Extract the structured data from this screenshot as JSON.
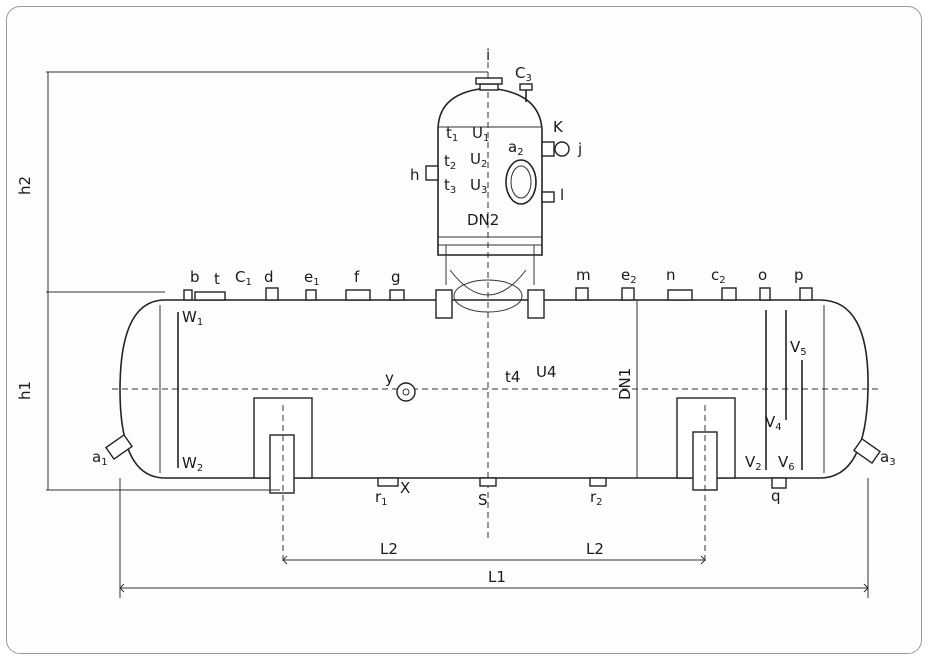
{
  "labels": {
    "b": "b",
    "t": "t",
    "c1": "C",
    "c1_sub": "1",
    "d": "d",
    "e1": "e",
    "e1_sub": "1",
    "f": "f",
    "g": "g",
    "m": "m",
    "e2": "e",
    "e2_sub": "2",
    "n": "n",
    "c2": "c",
    "c2_sub": "2",
    "o": "o",
    "p": "p",
    "i": "i",
    "c3": "C",
    "c3_sub": "3",
    "k": "K",
    "j": "j",
    "h": "h",
    "l": "l",
    "a2": "a",
    "a2_sub": "2",
    "t1": "t",
    "t1_sub": "1",
    "u1": "U",
    "u1_sub": "1",
    "t2": "t",
    "t2_sub": "2",
    "u2": "U",
    "u2_sub": "2",
    "t3": "t",
    "t3_sub": "3",
    "u3": "U",
    "u3_sub": "3",
    "dn2": "DN2",
    "dn1": "DN1",
    "w1": "W",
    "w1_sub": "1",
    "w2": "W",
    "w2_sub": "2",
    "a1": "a",
    "a1_sub": "1",
    "a3": "a",
    "a3_sub": "3",
    "y": "y",
    "t4": "t4",
    "u4": "U4",
    "v2": "V",
    "v2_sub": "2",
    "v4": "V",
    "v4_sub": "4",
    "v5": "V",
    "v5_sub": "5",
    "v6": "V",
    "v6_sub": "6",
    "q": "q",
    "r1": "r",
    "r1_sub": "1",
    "x": "X",
    "s": "S",
    "r2": "r",
    "r2_sub": "2",
    "h1": "h1",
    "h2": "h2",
    "l2_left": "L2",
    "l2_right": "L2",
    "l1": "L1"
  }
}
